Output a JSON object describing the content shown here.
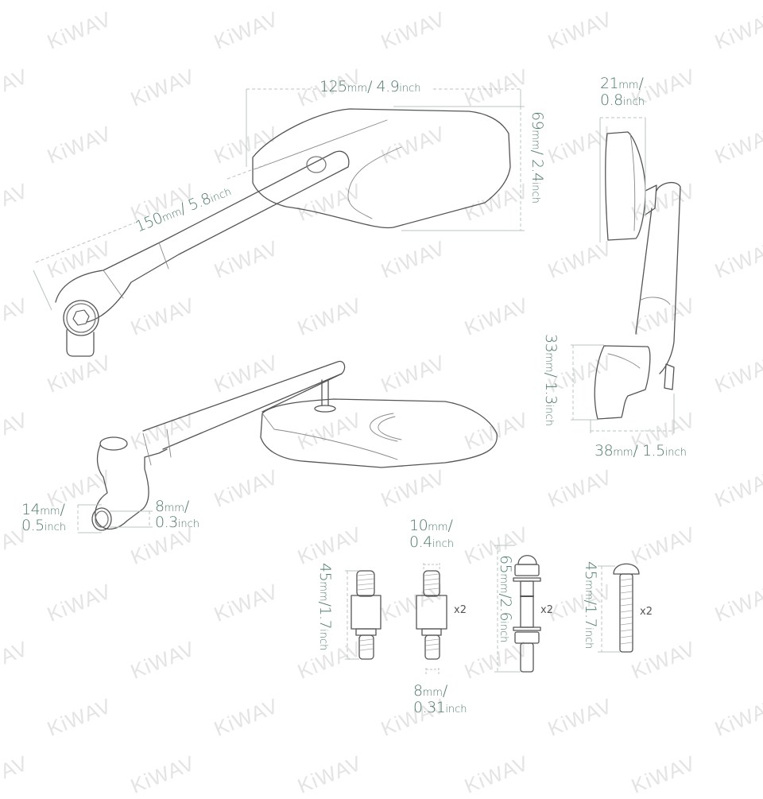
{
  "watermark": {
    "text": "KiWAV",
    "color": "#e4e4e4"
  },
  "colors": {
    "dimension_text": "#4d7b6d",
    "outline": "#555555",
    "dimension_line": "#b8c4c0"
  },
  "views": {
    "front": {
      "mirror_width": {
        "value": "125",
        "unit1": "mm",
        "sep": "/ ",
        "value2": "4.9",
        "unit2": "inch"
      },
      "mirror_height": {
        "value": "69",
        "unit1": "mm",
        "sep": "/ ",
        "value2": "2.4",
        "unit2": "inch"
      },
      "arm_length": {
        "value": "150",
        "unit1": "mm",
        "sep": "/ ",
        "value2": "5.8",
        "unit2": "inch"
      }
    },
    "side": {
      "mirror_depth": {
        "value": "21",
        "unit1": "mm",
        "sep": "/",
        "value2": "0.8",
        "unit2": "inch"
      },
      "mount_height": {
        "value": "33",
        "unit1": "mm",
        "sep": "/ ",
        "value2": "1.3",
        "unit2": "inch"
      },
      "mount_width": {
        "value": "38",
        "unit1": "mm",
        "sep": "/ ",
        "value2": "1.5",
        "unit2": "inch"
      }
    },
    "perspective": {
      "mount_outer": {
        "value": "14",
        "unit1": "mm",
        "sep": "/",
        "value2": "0.5",
        "unit2": "inch"
      },
      "mount_hole": {
        "value": "8",
        "unit1": "mm",
        "sep": "/",
        "value2": "0.3",
        "unit2": "inch"
      }
    }
  },
  "hardware": {
    "adapter_1": {
      "length": {
        "value": "45",
        "unit1": "mm",
        "sep": "/",
        "value2": "1.7",
        "unit2": "inch"
      }
    },
    "adapter_2": {
      "top_thread": {
        "value": "10",
        "unit1": "mm",
        "sep": "/",
        "value2": "0.4",
        "unit2": "inch"
      },
      "bottom_thread": {
        "value": "8",
        "unit1": "mm",
        "sep": "/",
        "value2": "0.31",
        "unit2": "inch"
      },
      "qty": "x2"
    },
    "bolt_long": {
      "length": {
        "value": "65",
        "unit1": "mm",
        "sep": "/",
        "value2": "2.6",
        "unit2": "inch"
      },
      "qty": "x2"
    },
    "screw": {
      "length": {
        "value": "45",
        "unit1": "mm",
        "sep": "/",
        "value2": "1.7",
        "unit2": "inch"
      },
      "qty": "x2"
    }
  }
}
